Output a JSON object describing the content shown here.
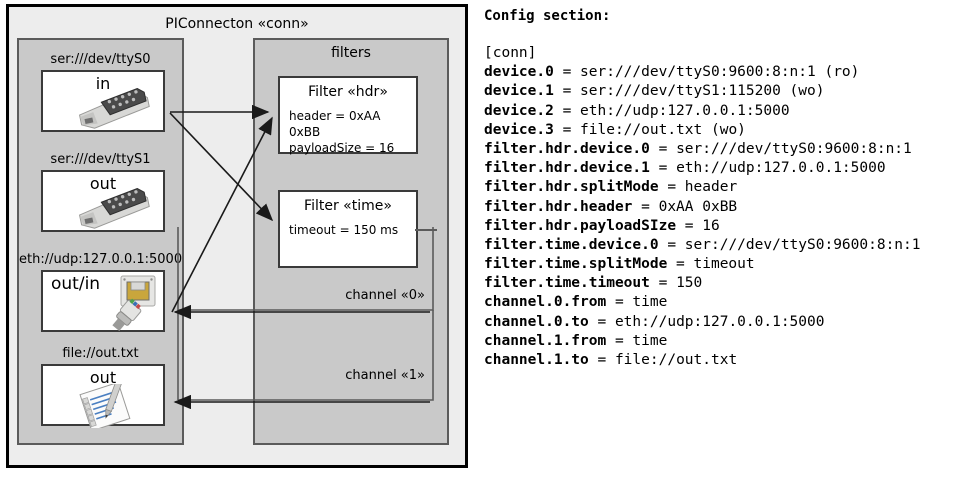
{
  "diagram": {
    "title": "PIConnecton «conn»",
    "devices_panel": {
      "title": "",
      "groups": [
        {
          "label": "ser:///dev/ttyS0",
          "caption": "in",
          "icon": "serial-port-icon"
        },
        {
          "label": "ser:///dev/ttyS1",
          "caption": "out",
          "icon": "serial-port-icon"
        },
        {
          "label": "eth://udp:127.0.0.1:5000",
          "caption": "out/in",
          "icon": "ethernet-socket-icon"
        },
        {
          "label": "file://out.txt",
          "caption": "out",
          "icon": "text-file-icon"
        }
      ]
    },
    "filters_panel": {
      "title": "filters",
      "filters": [
        {
          "title": "Filter «hdr»",
          "props": [
            "header = 0xAA 0xBB",
            "payloadSize = 16"
          ]
        },
        {
          "title": "Filter «time»",
          "props": [
            "timeout = 150 ms"
          ]
        }
      ],
      "channels": [
        {
          "label": "channel «0»"
        },
        {
          "label": "channel «1»"
        }
      ]
    },
    "colors": {
      "canvas": "#ededed",
      "panel": "#c9c9c9",
      "box": "#ffffff",
      "border_outer": "#000000",
      "border_panel": "#5b5b5b",
      "border_box": "#3a3a3a"
    }
  },
  "config": {
    "heading": "Config section:",
    "lines": [
      "[conn]",
      "device.0 = ser:///dev/ttyS0:9600:8:n:1 (ro)",
      "device.1 = ser:///dev/ttyS1:115200 (wo)",
      "device.2 = eth://udp:127.0.0.1:5000",
      "device.3 = file://out.txt (wo)",
      "filter.hdr.device.0 = ser:///dev/ttyS0:9600:8:n:1",
      "filter.hdr.device.1 = eth://udp:127.0.0.1:5000",
      "filter.hdr.splitMode = header",
      "filter.hdr.header = 0xAA 0xBB",
      "filter.hdr.payloadSIze = 16",
      "filter.time.device.0 = ser:///dev/ttyS0:9600:8:n:1",
      "filter.time.splitMode = timeout",
      "filter.time.timeout = 150",
      "channel.0.from = time",
      "channel.0.to = eth://udp:127.0.0.1:5000",
      "channel.1.from = time",
      "channel.1.to = file://out.txt"
    ]
  }
}
